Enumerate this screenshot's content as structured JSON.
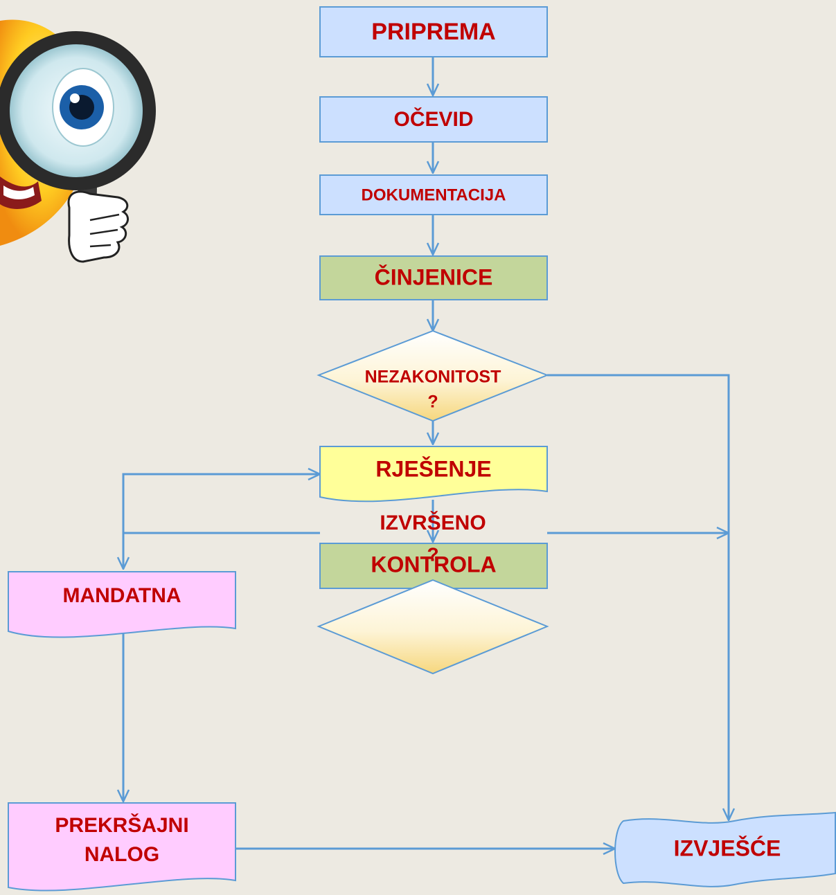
{
  "diagram": {
    "nodes": {
      "priprema": "PRIPREMA",
      "ocevid": "OČEVID",
      "dokumentacija": "DOKUMENTACIJA",
      "cinjenice": "ČINJENICE",
      "nezakonitost_line1": "NEZAKONITOST",
      "nezakonitost_line2": "?",
      "rjesenje": "RJEŠENJE",
      "kontrola": "KONTROLA",
      "izvrseno_line1": "IZVRŠENO",
      "izvrseno_line2": "?",
      "mandatna": "MANDATNA",
      "prekrsajni_line1": "PREKRŠAJNI",
      "prekrsajni_line2": "NALOG",
      "izvjesce": "IZVJEŠĆE"
    },
    "colors": {
      "blue_box": "#cce0ff",
      "green_box": "#c3d69b",
      "yellow_doc": "#ffff99",
      "pink_doc": "#ffccff",
      "text": "#c00000",
      "line": "#5b9bd5"
    },
    "icons": [
      "magnifying-glass-smiley-icon"
    ]
  }
}
